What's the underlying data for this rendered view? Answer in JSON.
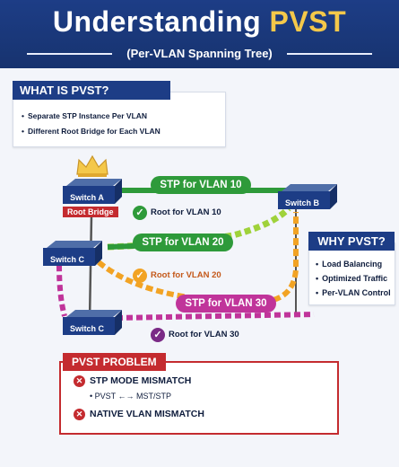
{
  "header": {
    "title_part1": "Understanding ",
    "title_part2": "PVST",
    "subtitle": "(Per-VLAN Spanning Tree)"
  },
  "what_is": {
    "heading": "WHAT IS PVST?",
    "items": [
      "Separate STP Instance Per VLAN",
      "Different Root Bridge for Each VLAN"
    ]
  },
  "switches": {
    "a": "Switch A",
    "b": "Switch B",
    "c_top": "Switch C",
    "c_bottom": "Switch C",
    "root_bridge_label": "Root Bridge"
  },
  "links": {
    "vlan10": "STP for VLAN 10",
    "vlan20": "STP for VLAN 20",
    "vlan30": "STP for VLAN 30"
  },
  "roots": {
    "vlan10": "Root for VLAN 10",
    "vlan20": "Root for VLAN 20",
    "vlan30": "Root for VLAN 30"
  },
  "why": {
    "heading": "WHY PVST?",
    "items": [
      "Load Balancing",
      "Optimized Traffic",
      "Per-VLAN Control"
    ]
  },
  "problem": {
    "heading": "PVST PROBLEM",
    "stp_mismatch": "STP MODE MISMATCH",
    "stp_detail": "PVST ←→ MST/STP",
    "native_mismatch": "NATIVE VLAN MISMATCH"
  },
  "colors": {
    "navy": "#1d3d86",
    "green": "#2e9a3a",
    "orange": "#f2a324",
    "magenta": "#c0349a",
    "lime": "#9fd23a",
    "red": "#c42b2f",
    "gold": "#f4c84a"
  },
  "icons": [
    "crown-icon",
    "check-icon",
    "cross-icon"
  ]
}
